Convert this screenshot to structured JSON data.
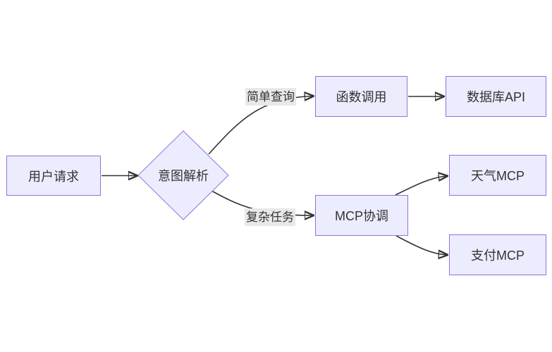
{
  "diagram": {
    "type": "flowchart",
    "direction": "left-to-right",
    "colors": {
      "background": "#ffffff",
      "node_fill": "#ECECFF",
      "node_border": "#9370DB",
      "edge_stroke": "#333333",
      "edge_label_bg": "#e8e8e8",
      "text": "#333333"
    },
    "nodes": [
      {
        "id": "user-request",
        "label": "用户请求",
        "shape": "rect"
      },
      {
        "id": "intent-parse",
        "label": "意图解析",
        "shape": "diamond"
      },
      {
        "id": "function-call",
        "label": "函数调用",
        "shape": "rect"
      },
      {
        "id": "database-api",
        "label": "数据库API",
        "shape": "rect"
      },
      {
        "id": "mcp-coordination",
        "label": "MCP协调",
        "shape": "rect"
      },
      {
        "id": "weather-mcp",
        "label": "天气MCP",
        "shape": "rect"
      },
      {
        "id": "payment-mcp",
        "label": "支付MCP",
        "shape": "rect"
      }
    ],
    "edges": [
      {
        "from": "user-request",
        "to": "intent-parse",
        "label": ""
      },
      {
        "from": "intent-parse",
        "to": "function-call",
        "label": "简单查询"
      },
      {
        "from": "function-call",
        "to": "database-api",
        "label": ""
      },
      {
        "from": "intent-parse",
        "to": "mcp-coordination",
        "label": "复杂任务"
      },
      {
        "from": "mcp-coordination",
        "to": "weather-mcp",
        "label": ""
      },
      {
        "from": "mcp-coordination",
        "to": "payment-mcp",
        "label": ""
      }
    ]
  }
}
